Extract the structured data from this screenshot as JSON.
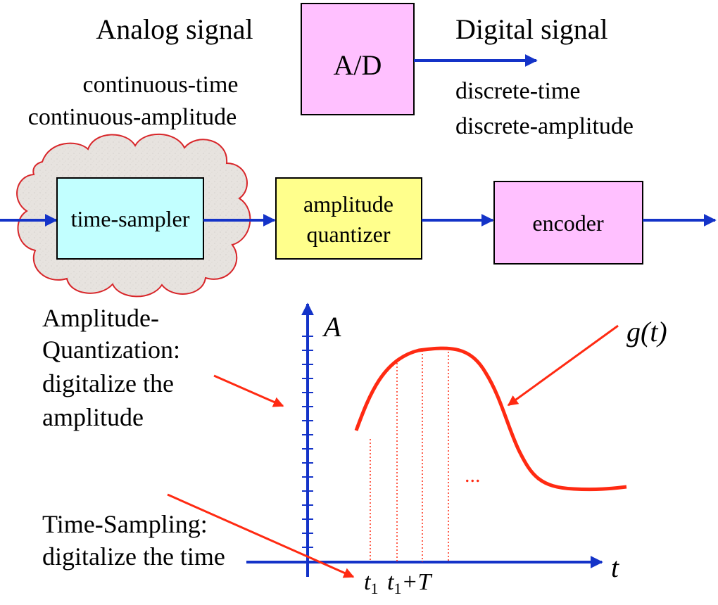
{
  "top": {
    "analog_label": "Analog signal",
    "analog_desc_line1": "continuous-time",
    "analog_desc_line2": "continuous-amplitude",
    "ad_label": "A/D",
    "digital_label": "Digital signal",
    "digital_desc_line1": "discrete-time",
    "digital_desc_line2": "discrete-amplitude"
  },
  "pipeline": {
    "sampler_label": "time-sampler",
    "quantizer_line1": "amplitude",
    "quantizer_line2": "quantizer",
    "encoder_label": "encoder"
  },
  "graph": {
    "y_axis_label": "A",
    "x_axis_label": "t",
    "curve_label": "g(t)",
    "ellipsis": "...",
    "t1_base": "t",
    "t1_sub": "1",
    "t1T_base": "t",
    "t1T_sub": "1",
    "t1T_suffix": "+T"
  },
  "annotations": {
    "quant_line1": "Amplitude-",
    "quant_line2": "Quantization:",
    "quant_line3": "digitalize the",
    "quant_line4": "amplitude",
    "sampling_line1": "Time-Sampling:",
    "sampling_line2": "digitalize the time"
  },
  "colors": {
    "arrow_blue": "#1433c8",
    "curve_red": "#ff2a12",
    "ad_box_fill": "#ffc0ff",
    "sampler_fill": "#c2ffff",
    "quantizer_fill": "#ffff8c",
    "encoder_fill": "#ffc0ff",
    "cloud_fill": "#e7e3df",
    "cloud_stroke": "#d8262a"
  }
}
